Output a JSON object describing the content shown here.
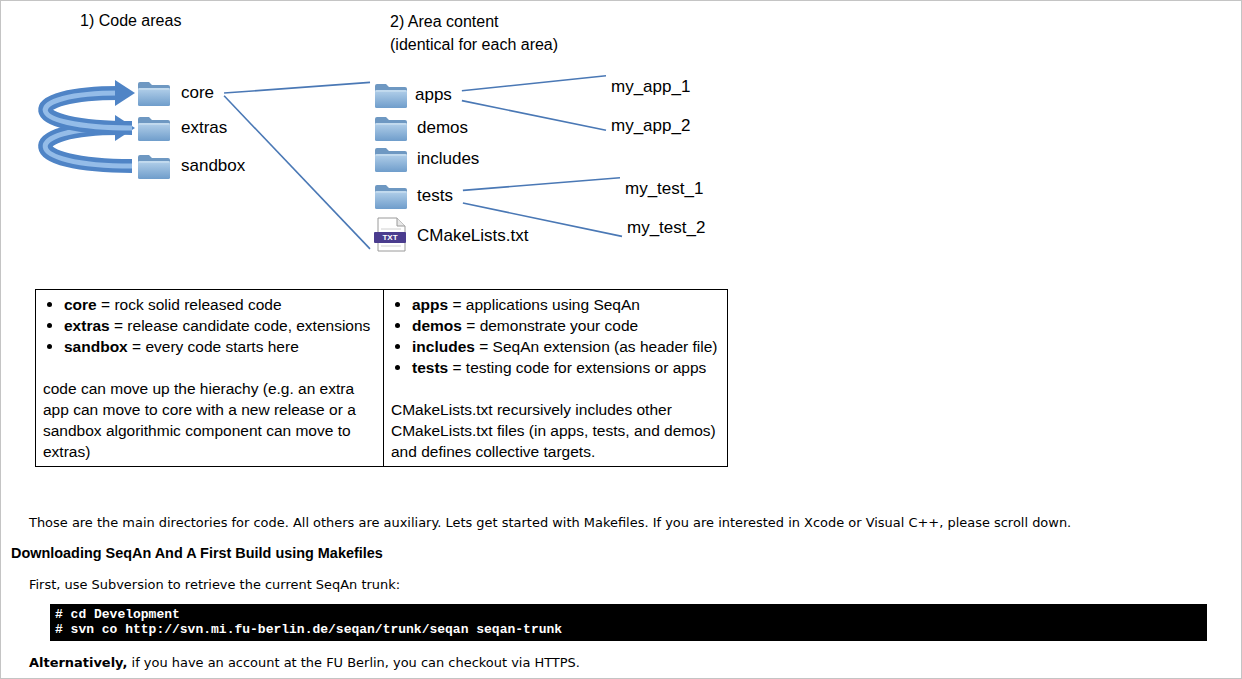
{
  "diagram": {
    "nodes": [
      {
        "text": [
          "core"
        ]
      },
      {
        "text": [
          "extras"
        ]
      },
      {
        "text": [
          "sandbox"
        ]
      },
      {
        "text": [
          "apps"
        ]
      },
      {
        "text": [
          "demos"
        ]
      },
      {
        "text": [
          "includes"
        ]
      },
      {
        "text": [
          "tests"
        ]
      },
      {
        "text": [
          "CMakeLists.txt"
        ]
      },
      {
        "text": [
          "my_app_1"
        ]
      },
      {
        "text": [
          "my_app_2"
        ]
      },
      {
        "text": [
          "my_test_1"
        ]
      },
      {
        "text": [
          "my_test_2"
        ]
      },
      {
        "text": [
          "core = rock solid released code",
          "extras = release candidate code, extensions",
          "sandbox = every code starts here",
          "code can move up the hierachy (e.g. an extra app can move to core with a new release or a sandbox algorithmic component can move to extras)"
        ]
      },
      {
        "text": [
          "apps = applications using SeqAn",
          "demos = demonstrate your code",
          "includes = SeqAn extension (as header file)",
          "tests = testing code for extensions or apps",
          "CMakeLists.txt recursively includes other CMakeLists.txt files (in apps, tests, and demos) and defines collective targets."
        ]
      },
      {
        "text": [
          "# cd Development",
          "# svn co http://svn.mi.fu-berlin.de/seqan/trunk/seqan seqan-trunk"
        ]
      }
    ],
    "edges": [
      {
        "from": 2,
        "to": 1,
        "arrow": "to"
      },
      {
        "from": 1,
        "to": 0,
        "arrow": "to"
      },
      {
        "from": 0,
        "to": 3,
        "arrow": "none"
      },
      {
        "from": 0,
        "to": 7,
        "arrow": "none"
      },
      {
        "from": 3,
        "to": 8,
        "arrow": "none"
      },
      {
        "from": 3,
        "to": 9,
        "arrow": "none"
      },
      {
        "from": 6,
        "to": 10,
        "arrow": "none"
      },
      {
        "from": 6,
        "to": 11,
        "arrow": "none"
      }
    ],
    "labels": [
      "1) Code areas",
      "2) Area content (identical for each area)",
      "TXT",
      "Those are the main directories for code. All others are auxiliary. Lets get started with Makefiles. If you are interested in Xcode or Visual C++, please scroll down.",
      "Downloading SeqAn And A First Build using Makefiles",
      "First, use Subversion to retrieve the current SeqAn trunk:",
      "Alternatively, if you have an account at the FU Berlin, you can checkout via HTTPS."
    ]
  }
}
